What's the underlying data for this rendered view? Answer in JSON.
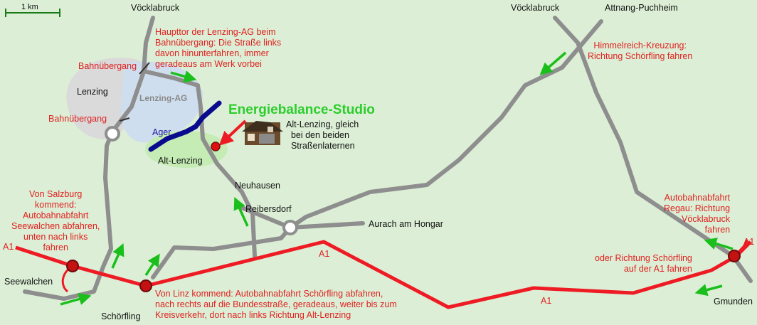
{
  "scale": {
    "label": "1 km"
  },
  "places": {
    "voecklabruck_left": "Vöcklabruck",
    "voecklabruck_right": "Vöcklabruck",
    "attnang": "Attnang-Puchheim",
    "lenzing": "Lenzing",
    "lenzing_ag": "Lenzing-AG",
    "ager": "Ager",
    "alt_lenzing": "Alt-Lenzing",
    "neuhausen": "Neuhausen",
    "reibersdorf": "Reibersdorf",
    "aurach": "Aurach am Hongar",
    "seewalchen": "Seewalchen",
    "schoerfling": "Schörfling",
    "gmunden": "Gmunden",
    "bahnuebergang_top": "Bahnübergang",
    "bahnuebergang_left": "Bahnübergang"
  },
  "roads": {
    "a1_left": "A1",
    "a1_mid": "A1",
    "a1_bottom": "A1",
    "a1_right": "A1"
  },
  "studio": {
    "name": "Energiebalance-Studio",
    "description": "Alt-Lenzing, gleich\n  bei den beiden\n  Straßenlaternen"
  },
  "notes": {
    "haupttor": "Haupttor der Lenzing-AG beim\nBahnübergang: Die Straße links\ndavon hinunterfahren, immer\ngeradeaus am Werk vorbei",
    "himmelreich": "Himmelreich-Kreuzung:\nRichtung Schörfling fahren",
    "salzburg": "Von Salzburg\nkommend:\nAutobahnabfahrt\nSeewalchen abfahren,\nunten nach links\nfahren",
    "linz": "Von Linz kommend: Autobahnabfahrt Schörfling abfahren,\nnach rechts auf die Bundesstraße, geradeaus, weiter bis zum\nKreisverkehr, dort nach links Richtung Alt-Lenzing",
    "regau": "Autobahnabfahrt\nRegau: Richtung\nVöcklabruck\nfahren",
    "schoerfling_a1": "oder Richtung Schörfling\nauf der A1 fahren"
  },
  "colors": {
    "background": "#dcefd6",
    "road": "#8e8e8e",
    "motorway": "#ee1b24",
    "arrow": "#1bbf1b",
    "river": "#0a0a8f",
    "note_text": "#e0201f",
    "studio_text": "#2ccd2c"
  }
}
